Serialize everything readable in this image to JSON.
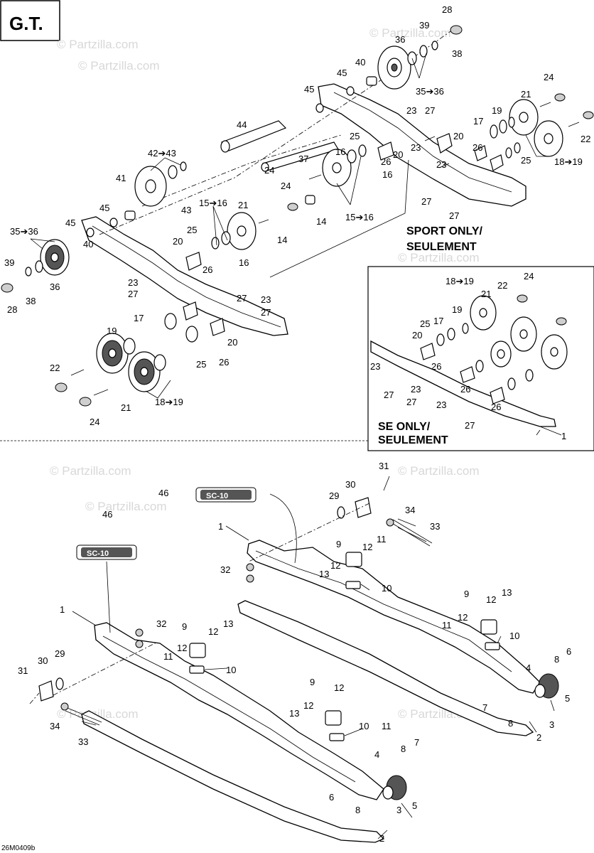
{
  "title": "G.T.",
  "diagram_code": "26M0409b",
  "watermarks": [
    "© Partzilla.com",
    "© Partzilla.com",
    "© Partzilla.com",
    "© Partzilla.com",
    "© Partzilla.com",
    "© Partzilla.com",
    "© Partzilla.com",
    "© Partzilla.com",
    "© Partzilla.com"
  ],
  "notes": {
    "sport_line1": "SPORT ONLY/",
    "sport_line2": "SEULEMENT",
    "se_line1": "SE ONLY/",
    "se_line2": "SEULEMENT"
  },
  "labels": {
    "l_28a": "28",
    "l_39a": "39",
    "l_38a": "38",
    "l_36a": "36",
    "l_40a": "40",
    "l_45a": "45",
    "l_45b": "45",
    "l_35_36a": "35➔36",
    "l_23a": "23",
    "l_27a": "27",
    "l_44": "44",
    "l_37": "37",
    "l_25a": "25",
    "l_16a": "16",
    "l_21a": "21",
    "l_24a": "24",
    "l_22a": "22",
    "l_19a": "19",
    "l_17a": "17",
    "l_20a": "20",
    "l_26a": "26",
    "l_25b": "25",
    "l_18_19a": "18➔19",
    "l_23b": "23",
    "l_23c": "23",
    "l_27b": "27",
    "l_27c": "27",
    "l_42_43": "42➔43",
    "l_43": "43",
    "l_41": "41",
    "l_45c": "45",
    "l_45d": "45",
    "l_40b": "40",
    "l_35_36b": "35➔36",
    "l_39b": "39",
    "l_38b": "38",
    "l_36b": "36",
    "l_28b": "28",
    "l_21b": "21",
    "l_24b": "24",
    "l_24c": "24",
    "l_14a": "14",
    "l_14b": "14",
    "l_15_16a": "15➔16",
    "l_15_16b": "15➔16",
    "l_16b": "16",
    "l_16c": "16",
    "l_25c": "25",
    "l_20b": "20",
    "l_20c": "20",
    "l_26b": "26",
    "l_26c": "26",
    "l_23d": "23",
    "l_27d": "27",
    "l_23e": "23",
    "l_27e": "27",
    "l_27f": "27",
    "l_17b": "17",
    "l_19b": "19",
    "l_25d": "25",
    "l_26d": "26",
    "l_20d": "20",
    "l_22b": "22",
    "l_21c": "21",
    "l_24d": "24",
    "l_18_19b": "18➔19",
    "se_18_19": "18➔19",
    "se_24": "24",
    "se_22": "22",
    "se_21": "21",
    "se_19": "19",
    "se_25": "25",
    "se_17": "17",
    "se_20": "20",
    "se_26a": "26",
    "se_26b": "26",
    "se_26c": "26",
    "se_23a": "23",
    "se_27a": "27",
    "se_23b": "23",
    "se_27b": "27",
    "se_23c": "23",
    "se_27c": "27",
    "se_1": "1",
    "b_46a": "46",
    "b_29a": "29",
    "b_30a": "30",
    "b_31a": "31",
    "b_34a": "34",
    "b_33a": "33",
    "b_1a": "1",
    "b_9a": "9",
    "b_12a": "12",
    "b_11a": "11",
    "b_32a": "32",
    "b_13a": "13",
    "b_12b": "12",
    "b_10a": "10",
    "b_9b": "9",
    "b_12c": "12",
    "b_13b": "13",
    "b_11b": "11",
    "b_12d": "12",
    "b_10b": "10",
    "b_4a": "4",
    "b_8a": "8",
    "b_6a": "6",
    "b_7a": "7",
    "b_8b": "8",
    "b_3a": "3",
    "b_5a": "5",
    "b_2a": "2",
    "b_46b": "46",
    "b_1b": "1",
    "b_32b": "32",
    "b_9c": "9",
    "b_12e": "12",
    "b_13c": "13",
    "b_11c": "11",
    "b_12f": "12",
    "b_10c": "10",
    "b_31b": "31",
    "b_30b": "30",
    "b_29b": "29",
    "b_34b": "34",
    "b_33b": "33",
    "b_9d": "9",
    "b_12g": "12",
    "b_13d": "13",
    "b_12h": "12",
    "b_10d": "10",
    "b_11d": "11",
    "b_4b": "4",
    "b_8c": "8",
    "b_7b": "7",
    "b_6b": "6",
    "b_8d": "8",
    "b_3b": "3",
    "b_5b": "5",
    "b_2b": "2"
  }
}
